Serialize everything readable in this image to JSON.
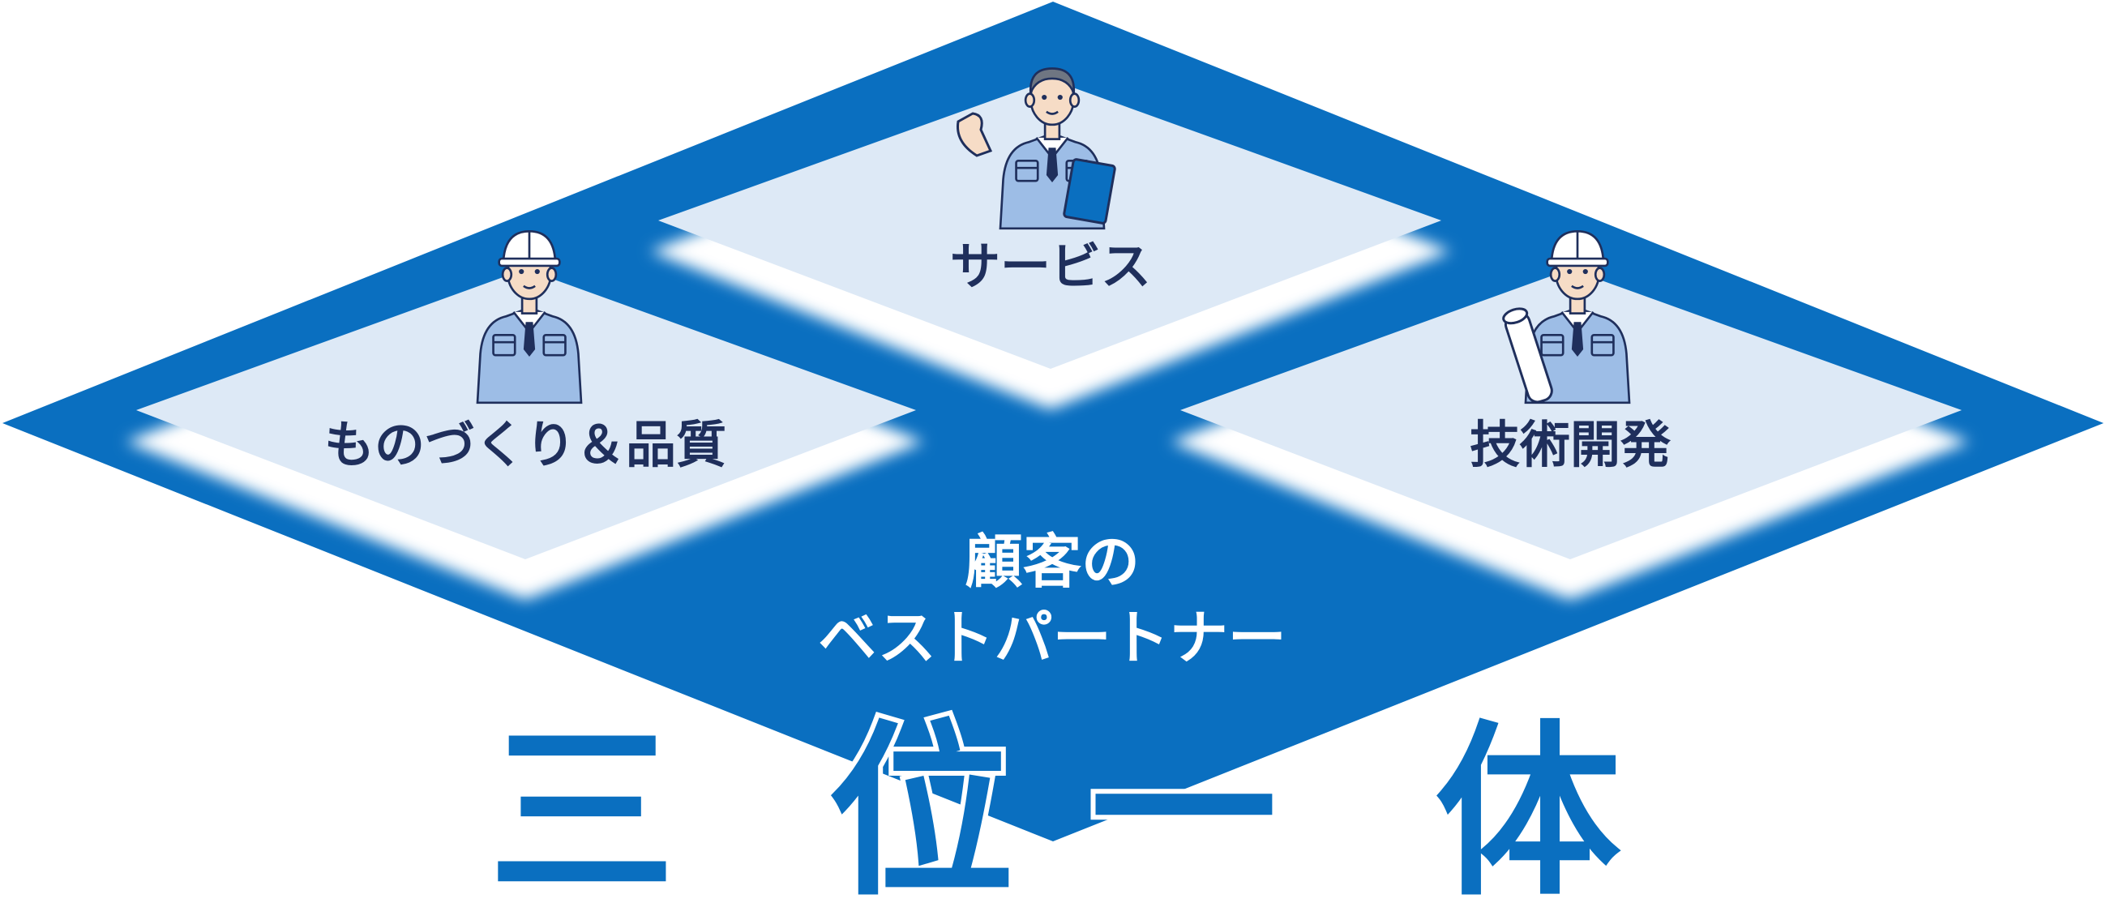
{
  "colors": {
    "primary_blue": "#0a6fc0",
    "panel_fill": "#dde9f6",
    "worker_blue": "#9dbde6",
    "outline": "#1f2f5c",
    "text_dark": "#1f2f5c",
    "text_light": "#ffffff"
  },
  "panels": {
    "left": {
      "label": "ものづくり＆品質",
      "icon": "worker-hardhat-icon"
    },
    "top": {
      "label": "サービス",
      "icon": "worker-clipboard-icon"
    },
    "right": {
      "label": "技術開発",
      "icon": "worker-blueprint-icon"
    }
  },
  "center": {
    "line1": "顧客の",
    "line2": "ベストパートナー"
  },
  "title": {
    "char1": "三",
    "char2": "位",
    "char3": "一",
    "char4": "体"
  }
}
